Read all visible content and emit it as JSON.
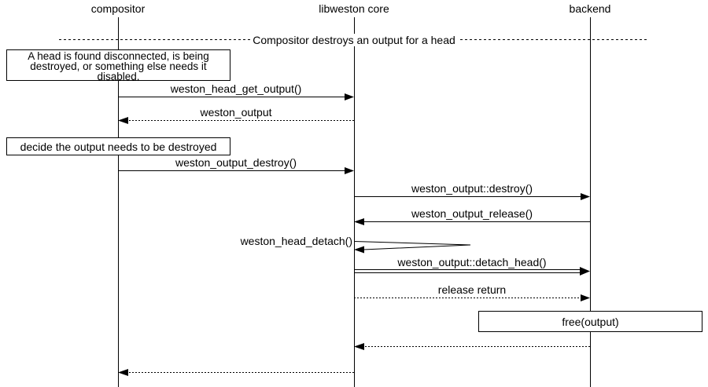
{
  "colors": {
    "background": "#ffffff",
    "line": "#000000",
    "text": "#000000"
  },
  "actors": [
    {
      "label": "compositor"
    },
    {
      "label": "libweston core"
    },
    {
      "label": "backend"
    }
  ],
  "divider": {
    "label": "Compositor destroys an output for a head"
  },
  "notes": {
    "disconnect": {
      "line1": "A head is found disconnected, is being",
      "line2": "destroyed, or something else needs it",
      "line3": "disabled."
    },
    "decide": {
      "label": "decide the output needs to be destroyed"
    },
    "free": {
      "label": "free(output)"
    }
  },
  "messages": [
    {
      "label": "weston_head_get_output()",
      "from": "compositor",
      "to": "libweston core",
      "style": "solid"
    },
    {
      "label": "weston_output",
      "from": "libweston core",
      "to": "compositor",
      "style": "dotted-return"
    },
    {
      "label": "weston_output_destroy()",
      "from": "compositor",
      "to": "libweston core",
      "style": "solid"
    },
    {
      "label": "weston_output::destroy()",
      "from": "libweston core",
      "to": "backend",
      "style": "solid"
    },
    {
      "label": "weston_output_release()",
      "from": "backend",
      "to": "libweston core",
      "style": "solid"
    },
    {
      "label": "weston_head_detach()",
      "from": "libweston core",
      "to": "libweston core",
      "style": "self"
    },
    {
      "label": "weston_output::detach_head()",
      "from": "libweston core",
      "to": "backend",
      "style": "double"
    },
    {
      "label": "release return",
      "from": "libweston core",
      "to": "backend",
      "style": "dotted"
    },
    {
      "label": "",
      "from": "backend",
      "to": "libweston core",
      "style": "dotted-return"
    },
    {
      "label": "",
      "from": "libweston core",
      "to": "compositor",
      "style": "dotted-return"
    }
  ]
}
